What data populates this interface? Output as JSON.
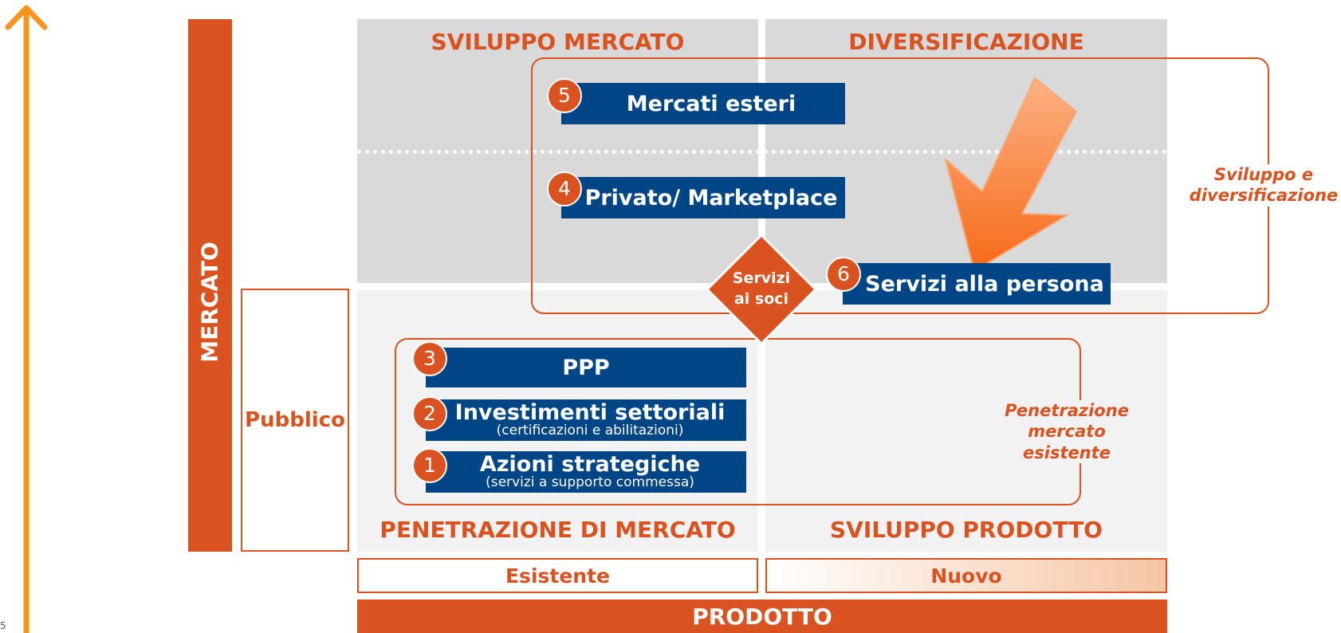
{
  "axes": {
    "vertical_label": "MERCATO",
    "horizontal_label": "PRODOTTO",
    "row_label": "Pubblico",
    "col_existing": "Esistente",
    "col_new": "Nuovo"
  },
  "quadrants": {
    "top_left": "SVILUPPO MERCATO",
    "top_right": "DIVERSIFICAZIONE",
    "bottom_left": "PENETRAZIONE DI MERCATO",
    "bottom_right": "SVILUPPO PRODOTTO"
  },
  "initiatives": [
    {
      "num": "5",
      "label": "Mercati esteri",
      "sub": ""
    },
    {
      "num": "4",
      "label": "Privato/ Marketplace",
      "sub": ""
    },
    {
      "num": "6",
      "label": "Servizi alla persona",
      "sub": ""
    },
    {
      "num": "3",
      "label": "PPP",
      "sub": ""
    },
    {
      "num": "2",
      "label": "Investimenti settoriali",
      "sub": "(certificazioni e abilitazioni)"
    },
    {
      "num": "1",
      "label": "Azioni strategiche",
      "sub": "(servizi a supporto commessa)"
    }
  ],
  "center": {
    "line1": "Servizi",
    "line2": "ai soci"
  },
  "notes": {
    "development": [
      "Sviluppo e",
      "diversificazione"
    ],
    "penetration": [
      "Penetrazione",
      "mercato esistente"
    ]
  },
  "page_number": "5",
  "colors": {
    "accent": "#d9521f",
    "navy": "#004586",
    "arrow": "#f7941d"
  }
}
